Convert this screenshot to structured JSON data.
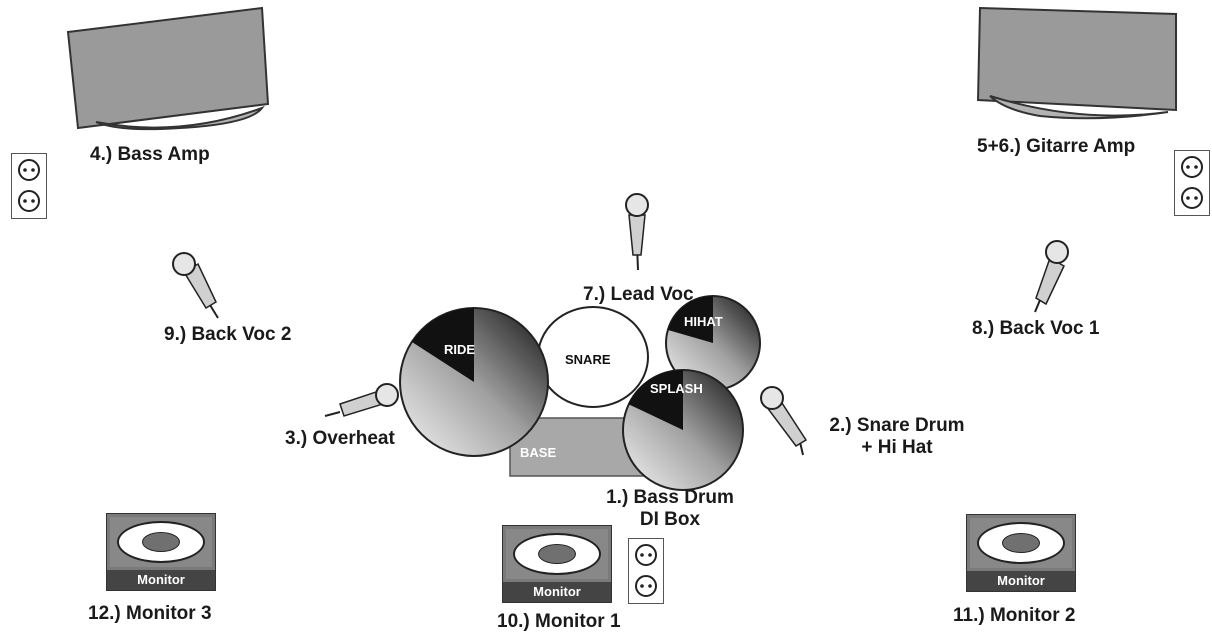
{
  "labels": {
    "bass_amp": "4.) Bass Amp",
    "gitarre_amp": "5+6.) Gitarre Amp",
    "lead_voc": "7.) Lead Voc",
    "back_voc_2": "9.) Back Voc 2",
    "back_voc_1": "8.) Back Voc 1",
    "overheat": "3.) Overheat",
    "snare_line1": "2.) Snare Drum",
    "snare_line2": "+ Hi Hat",
    "bass_drum_line1": "1.) Bass Drum",
    "bass_drum_line2": "DI Box",
    "monitor_3": "12.) Monitor 3",
    "monitor_1": "10.) Monitor 1",
    "monitor_2": "11.) Monitor 2"
  },
  "drums": {
    "ride": "RIDE",
    "snare": "SNARE",
    "hihat": "HIHAT",
    "splash": "SPLASH",
    "base": "BASE"
  },
  "monitor_caption": "Monitor",
  "colors": {
    "amp": "#9a9a9a",
    "base": "#a8a8a8",
    "monitor": "#7a7a7a",
    "text": "#1a1a1a"
  }
}
